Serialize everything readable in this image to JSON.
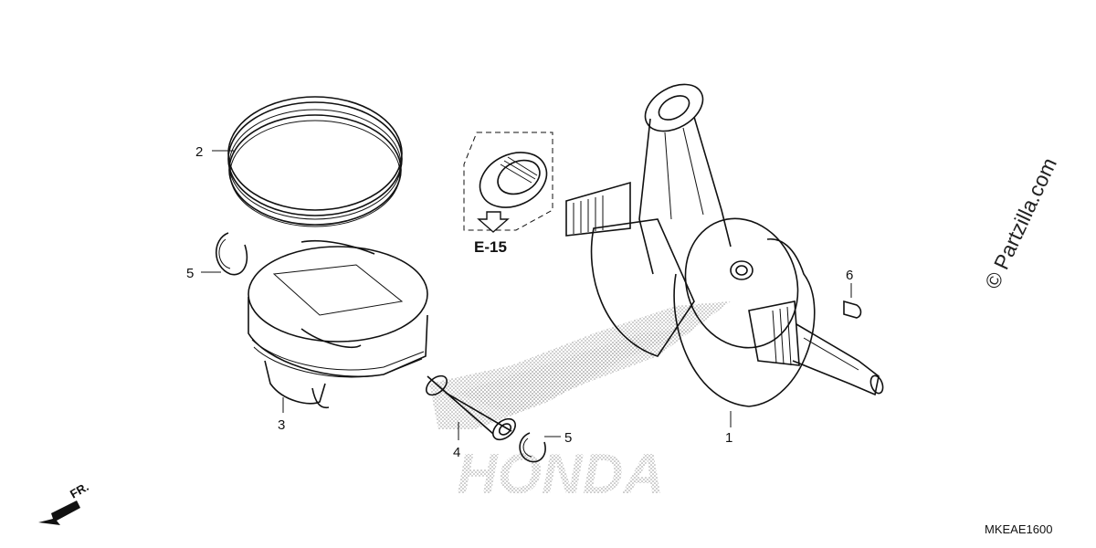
{
  "diagram": {
    "code": "MKEAE1600",
    "watermark": "© Partzilla.com",
    "brand_watermark": "HONDA",
    "reference": {
      "label": "E-15"
    },
    "front_indicator": "FR.",
    "callouts": [
      {
        "number": "1",
        "part": "crankshaft"
      },
      {
        "number": "2",
        "part": "piston-ring-set"
      },
      {
        "number": "3",
        "part": "piston"
      },
      {
        "number": "4",
        "part": "piston-pin"
      },
      {
        "number": "5",
        "part": "piston-pin-clip"
      },
      {
        "number": "5",
        "part": "piston-pin-clip"
      },
      {
        "number": "6",
        "part": "woodruff-key"
      }
    ]
  }
}
